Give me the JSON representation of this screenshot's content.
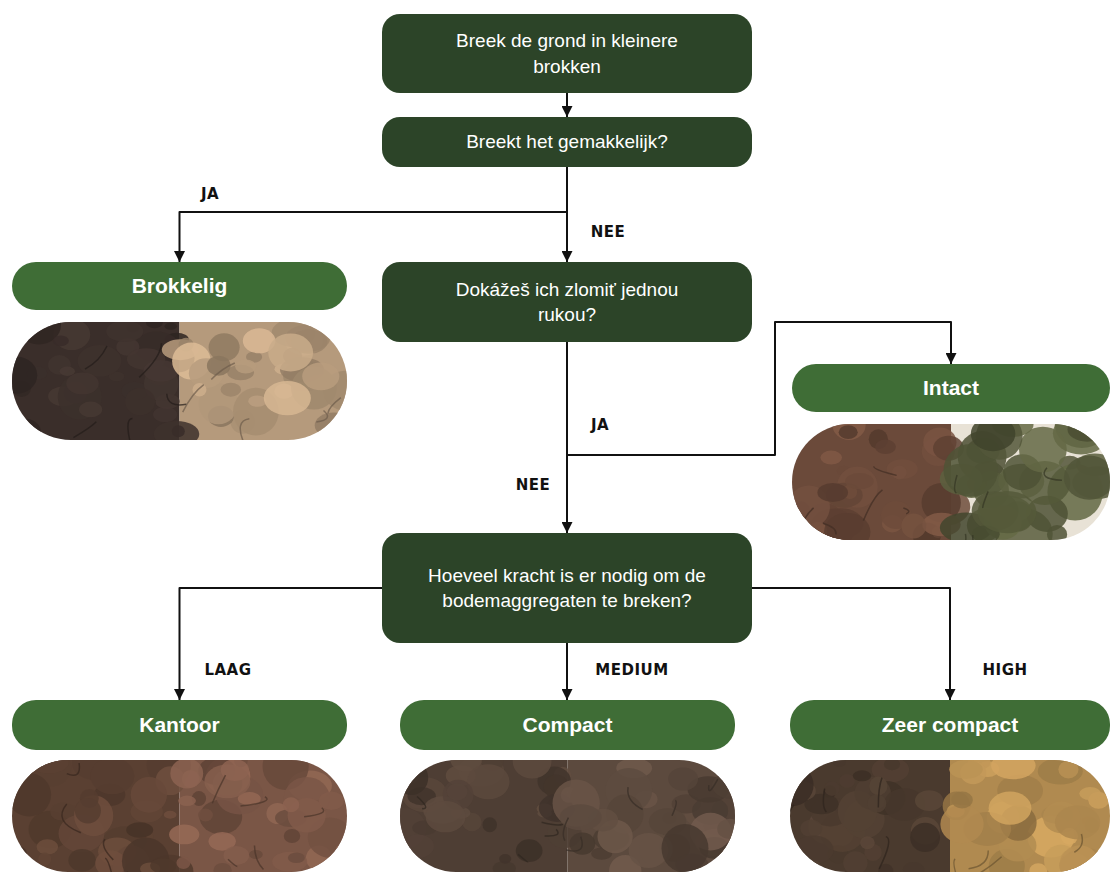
{
  "diagram": {
    "nodes": [
      {
        "text": [
          "Breek de grond in kleinere brokken"
        ]
      },
      {
        "text": [
          "Breekt het gemakkelijk?"
        ]
      },
      {
        "text": [
          "Brokkelig"
        ]
      },
      {
        "text": [
          "Dokážeš ich zlomiť jednou rukou?"
        ]
      },
      {
        "text": [
          "Intact"
        ]
      },
      {
        "text": [
          "Hoeveel kracht is er nodig om de bodemaggregaten te breken?"
        ]
      },
      {
        "text": [
          "Kantoor"
        ]
      },
      {
        "text": [
          "Compact"
        ]
      },
      {
        "text": [
          "Zeer compact"
        ]
      }
    ],
    "edges": [
      {
        "from": 0,
        "to": 1,
        "arrow": "to"
      },
      {
        "from": 1,
        "to": 2,
        "label": "JA",
        "arrow": "to"
      },
      {
        "from": 1,
        "to": 3,
        "label": "NEE",
        "arrow": "to"
      },
      {
        "from": 3,
        "to": 4,
        "label": "JA",
        "arrow": "to"
      },
      {
        "from": 3,
        "to": 5,
        "label": "NEE",
        "arrow": "to"
      },
      {
        "from": 5,
        "to": 6,
        "label": "LAAG",
        "arrow": "to"
      },
      {
        "from": 5,
        "to": 7,
        "label": "MEDIUM",
        "arrow": "to"
      },
      {
        "from": 5,
        "to": 8,
        "label": "HIGH",
        "arrow": "to"
      }
    ]
  }
}
